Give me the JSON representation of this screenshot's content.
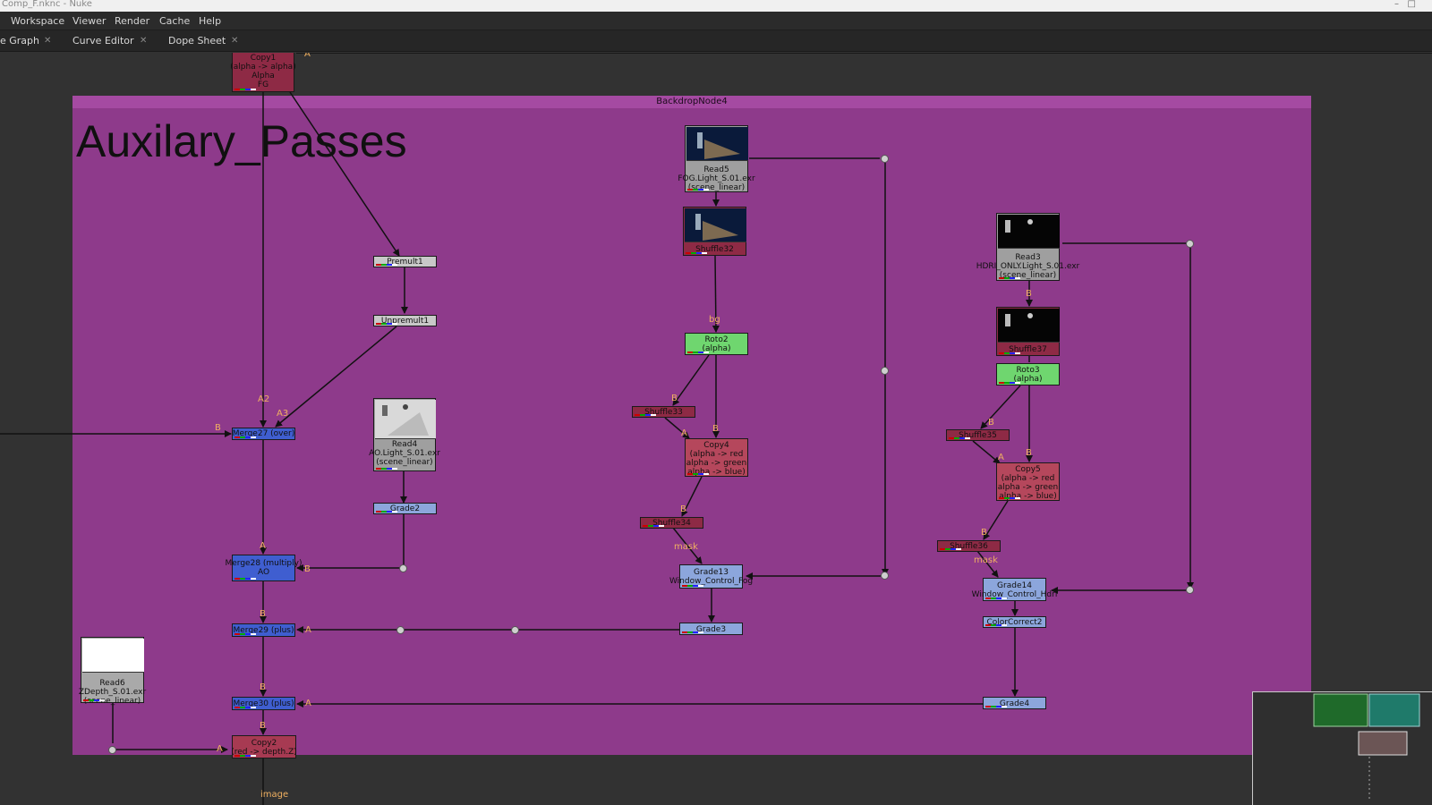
{
  "window": {
    "title": "Comp_F.nknc - Nuke"
  },
  "menu": [
    "Workspace",
    "Viewer",
    "Render",
    "Cache",
    "Help"
  ],
  "tabs": [
    "e Graph",
    "Curve Editor",
    "Dope Sheet"
  ],
  "backdrop": {
    "name": "BackdropNode4",
    "label": "Auxilary_Passes"
  },
  "nodes": {
    "copy1": "Copy1\n(alpha -> alpha)\nAlpha\nFG",
    "premult1": "Premult1",
    "unpremult1": "Unpremult1",
    "merge27": "Merge27 (over)",
    "read4": "Read4\nAO.Light_S.01.exr\n(scene_linear)",
    "grade2": "Grade2",
    "merge28": "Merge28 (multiply)\nAO",
    "merge29": "Merge29 (plus)",
    "read6": "Read6\nZDepth_S.01.exr\n(scene_linear)",
    "merge30": "Merge30 (plus)",
    "copy2": "Copy2\n(red -> depth.Z)",
    "read5": "Read5\nFOG.Light_S.01.exr\n(scene_linear)",
    "shuffle32": "Shuffle32",
    "roto2": "Roto2\n(alpha)",
    "shuffle33": "Shuffle33",
    "copy4": "Copy4\n(alpha -> red\nalpha -> green\nalpha -> blue)",
    "shuffle34": "Shuffle34",
    "grade13": "Grade13\nWindow_Control_Fog",
    "grade3": "Grade3",
    "read3": "Read3\nHDRI_ONLY.Light_S.01.exr\n(scene_linear)",
    "shuffle37": "Shuffle37",
    "roto3": "Roto3\n(alpha)",
    "shuffle35": "Shuffle35",
    "copy5": "Copy5\n(alpha -> red\nalpha -> green\nalpha -> blue)",
    "shuffle36": "Shuffle36",
    "grade14": "Grade14\nWindow_Control_Hdri",
    "colorcorrect2": "ColorCorrect2",
    "grade4": "Grade4"
  },
  "edge_labels": {
    "copy1_a": "A",
    "merge27_a2": "A2",
    "merge27_a3": "A3",
    "merge27_b": "B",
    "merge28_a": "A",
    "merge28_b": "B",
    "merge29_b": "B",
    "merge29_a": "A",
    "merge30_b": "B",
    "merge30_a": "A",
    "copy2_b": "B",
    "copy2_a": "A",
    "roto2_bg": "bg",
    "shuffle33_b": "B",
    "copy4_a": "A",
    "copy4_b": "B",
    "shuffle34_b": "B",
    "grade13_mask": "mask",
    "roto3_b": "B",
    "shuffle35_b": "B",
    "copy5_a": "A",
    "copy5_b": "B",
    "shuffle36_b": "B",
    "grade14_mask": "mask",
    "output_image": "image"
  },
  "colors": {
    "backdrop": "#8e3a8b",
    "merge": "#3f5ed0",
    "grade": "#8ca6dc",
    "copy": "#b5475c",
    "shuffle": "#8e2a45",
    "roto": "#6fd66f",
    "read": "#9f9f9f",
    "premult": "#c8c8c8"
  }
}
